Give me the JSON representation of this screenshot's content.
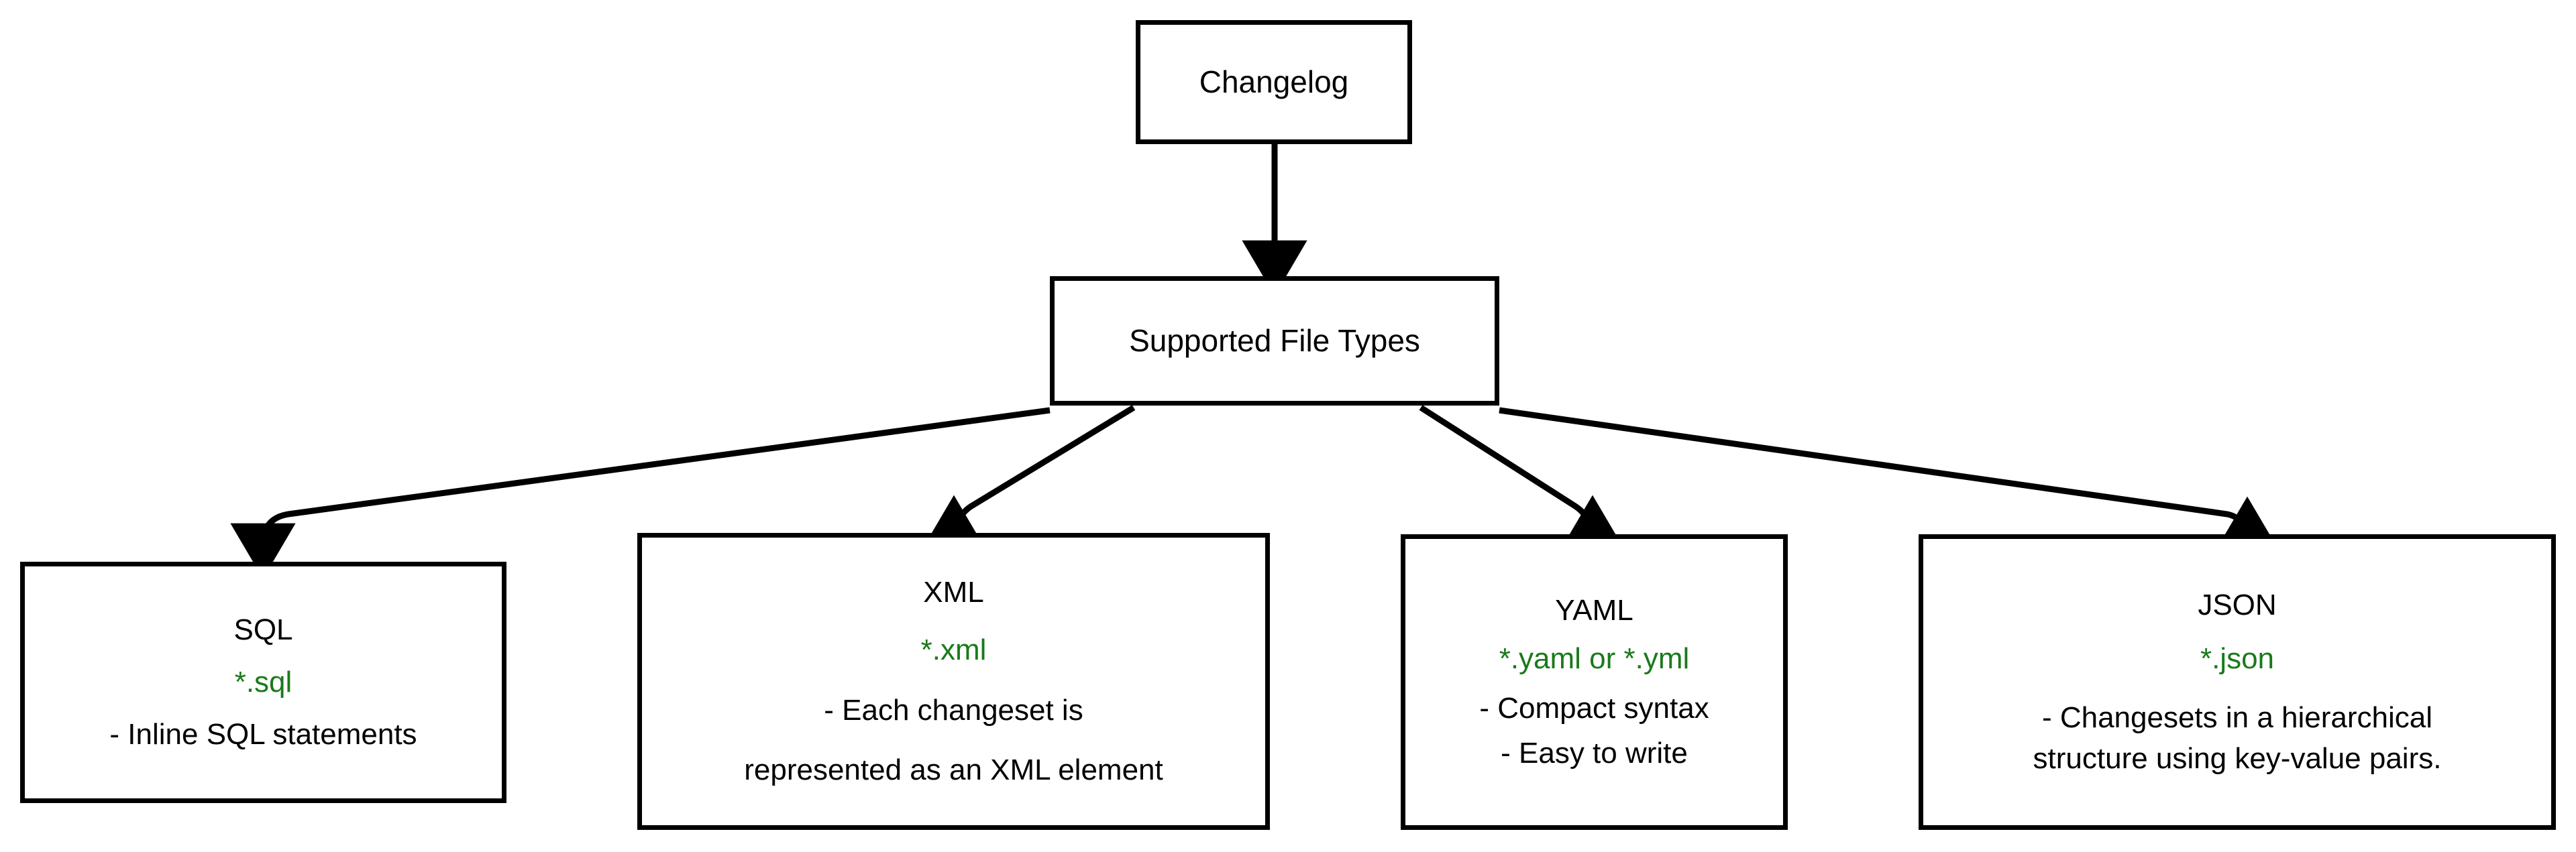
{
  "diagram": {
    "type": "flowchart",
    "orientation": "top-down",
    "background_color": "#ffffff",
    "node_border_color": "#000000",
    "node_fill_color": "#ffffff",
    "text_color": "#000000",
    "extension_text_color": "#1a7a1a",
    "edge_color": "#000000"
  },
  "nodes": {
    "changelog": {
      "title": "Changelog"
    },
    "supported": {
      "title": "Supported File Types"
    },
    "sql": {
      "title": "SQL",
      "extension": "*.sql",
      "bullets": [
        "- Inline SQL statements"
      ]
    },
    "xml": {
      "title": "XML",
      "extension": "*.xml",
      "bullets": [
        "- Each changeset is",
        "represented as an XML element"
      ]
    },
    "yaml": {
      "title": "YAML",
      "extension": "*.yaml or *.yml",
      "bullets": [
        "- Compact syntax",
        "- Easy to write"
      ]
    },
    "json": {
      "title": "JSON",
      "extension": "*.json",
      "bullets": [
        "- Changesets in a hierarchical",
        "structure using key-value pairs."
      ]
    }
  },
  "edges": [
    {
      "from": "changelog",
      "to": "supported",
      "arrow": "down"
    },
    {
      "from": "supported",
      "to": "sql",
      "arrow": "down"
    },
    {
      "from": "supported",
      "to": "xml",
      "arrow": "down"
    },
    {
      "from": "supported",
      "to": "yaml",
      "arrow": "down"
    },
    {
      "from": "supported",
      "to": "json",
      "arrow": "down"
    }
  ]
}
